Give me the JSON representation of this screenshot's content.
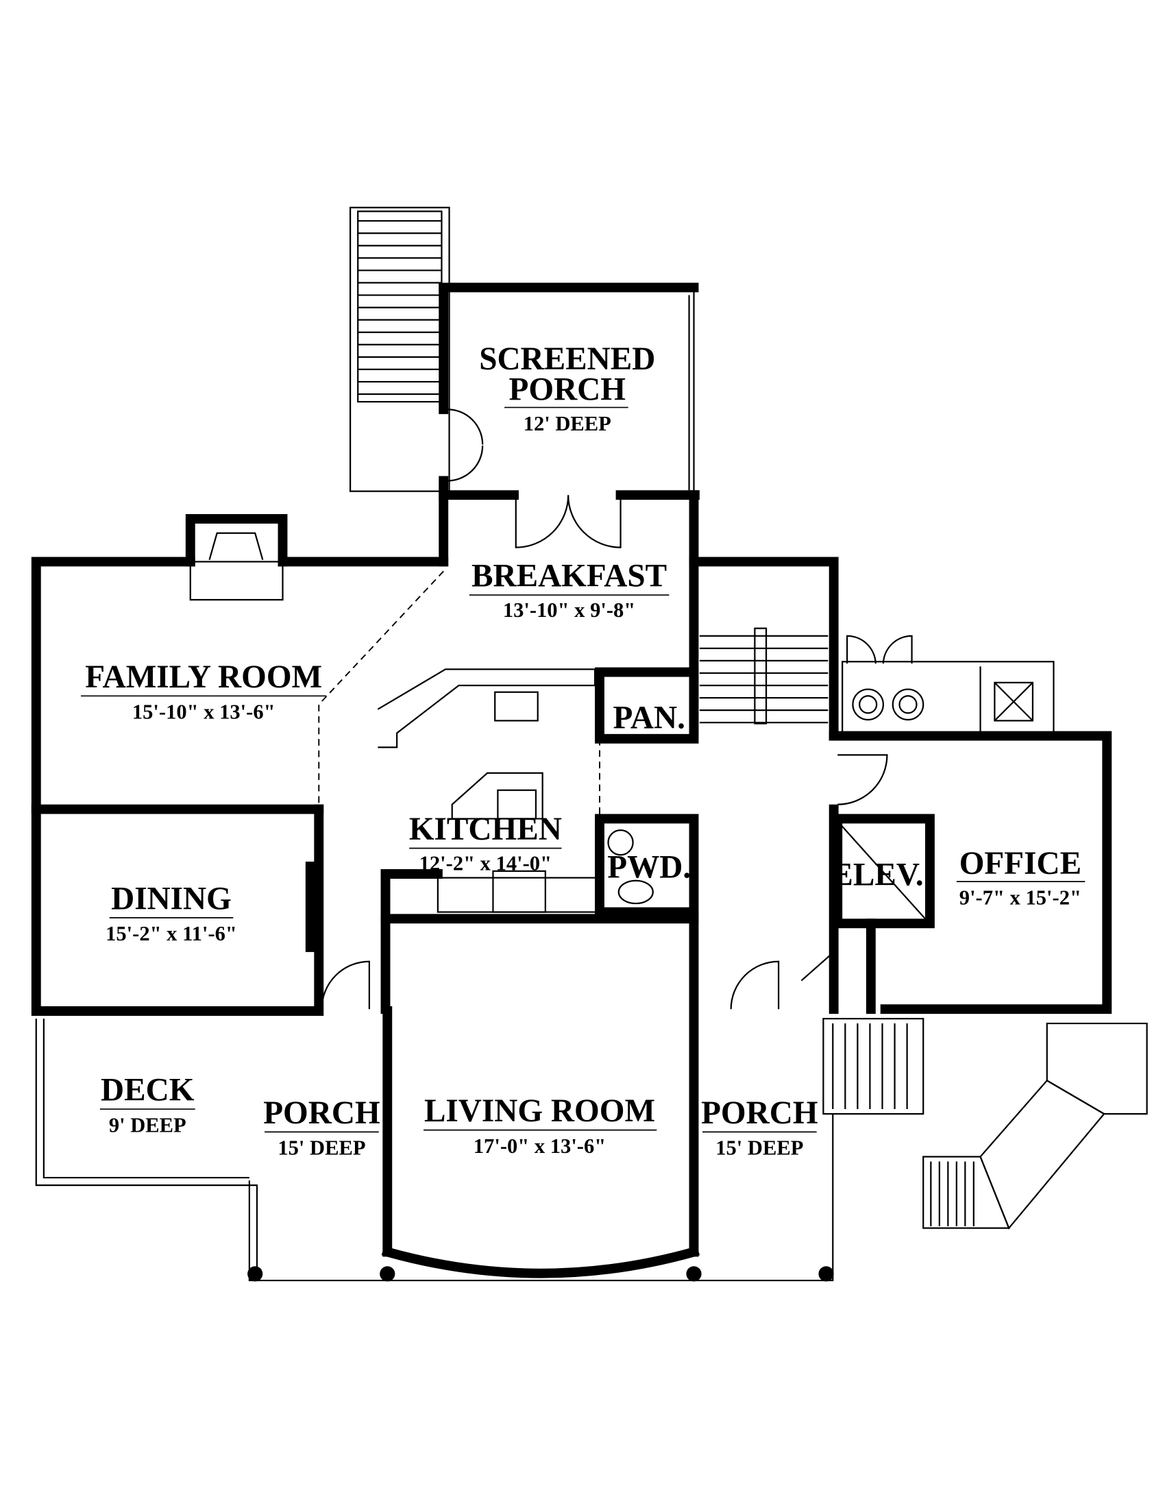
{
  "rooms": {
    "screened_porch": {
      "name_line1": "SCREENED",
      "name_line2": "PORCH",
      "dims": "12' DEEP"
    },
    "breakfast": {
      "name": "BREAKFAST",
      "dims": "13'-10\" x 9'-8\""
    },
    "family_room": {
      "name": "FAMILY ROOM",
      "dims": "15'-10\" x 13'-6\""
    },
    "kitchen": {
      "name": "KITCHEN",
      "dims": "12'-2\" x 14'-0\""
    },
    "pantry": {
      "name": "PAN."
    },
    "powder": {
      "name": "PWD."
    },
    "elevator": {
      "name": "ELEV."
    },
    "office": {
      "name": "OFFICE",
      "dims": "9'-7\" x 15'-2\""
    },
    "dining": {
      "name": "DINING",
      "dims": "15'-2\" x 11'-6\""
    },
    "deck": {
      "name": "DECK",
      "dims": "9' DEEP"
    },
    "porch_left": {
      "name": "PORCH",
      "dims": "15' DEEP"
    },
    "living_room": {
      "name": "LIVING ROOM",
      "dims": "17'-0\" x 13'-6\""
    },
    "porch_right": {
      "name": "PORCH",
      "dims": "15' DEEP"
    }
  }
}
